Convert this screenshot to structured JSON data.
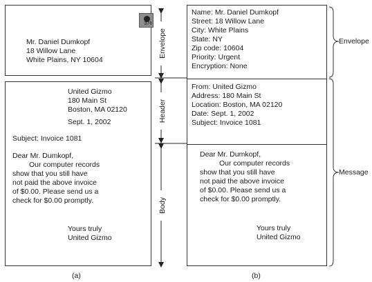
{
  "envelope_a": {
    "stamp_value": "37¢",
    "address_lines": [
      "Mr. Daniel Dumkopf",
      "18 Willow Lane",
      "White Plains, NY 10604"
    ]
  },
  "letter_a": {
    "sender_lines": [
      "United Gizmo",
      "180 Main St",
      "Boston, MA 02120"
    ],
    "date": "Sept. 1, 2002",
    "subject": "Subject: Invoice 1081",
    "salutation": "Dear Mr. Dumkopf,",
    "body_lines": [
      "Our computer records",
      "show that you still have",
      "not paid the above invoice",
      "of $0.00. Please send us a",
      "check for $0.00 promptly."
    ],
    "closing_lines": [
      "Yours truly",
      "United Gizmo"
    ]
  },
  "message_b": {
    "envelope_fields": [
      "Name: Mr. Daniel Dumkopf",
      "Street: 18 Willow Lane",
      "City: White Plains",
      "State: NY",
      "Zip code: 10604",
      "Priority: Urgent",
      "Encryption: None"
    ],
    "header_fields": [
      "From: United Gizmo",
      "Address: 180 Main St",
      "Location: Boston, MA 02120",
      "Date: Sept. 1, 2002",
      "Subject: Invoice 1081"
    ],
    "body": {
      "salutation": "Dear Mr. Dumkopf,",
      "lines": [
        "Our computer records",
        "show that you still have",
        "not paid the above invoice",
        "of $0.00. Please send us a",
        "check for $0.00 promptly."
      ],
      "closing_lines": [
        "Yours truly",
        "United Gizmo"
      ]
    }
  },
  "section_labels": {
    "envelope": "Envelope",
    "header": "Header",
    "body": "Body"
  },
  "brace_labels": {
    "envelope": "Envelope",
    "message": "Message"
  },
  "captions": {
    "a": "(a)",
    "b": "(b)"
  }
}
